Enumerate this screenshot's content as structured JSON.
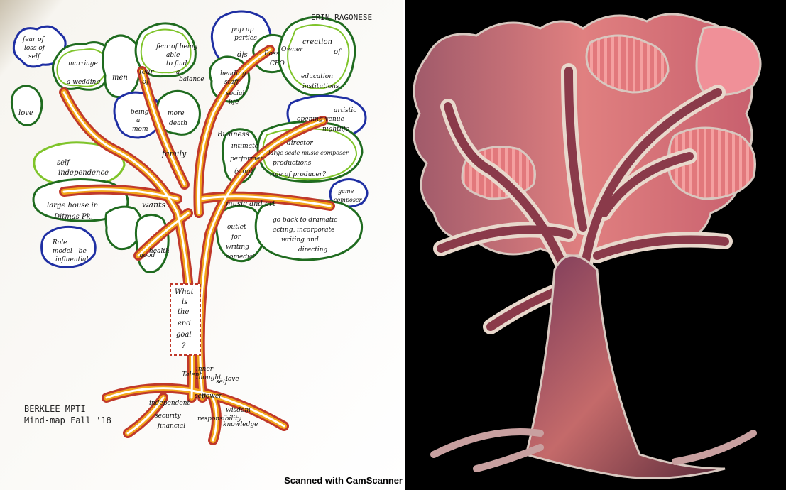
{
  "author": "ERIN RAGONESE",
  "course": [
    "BERKLEE MPTI",
    "Mind-map Fall '18"
  ],
  "scanner_watermark": "Scanned with CamScanner",
  "center_box": [
    "What",
    "is",
    "the",
    "end",
    "goal",
    "?"
  ],
  "branch_labels": {
    "family": "family",
    "business": "Business",
    "wants": "wants",
    "music_art": "music and art"
  },
  "leaves": {
    "fear_loss": [
      "fear of",
      "loss of",
      "self"
    ],
    "marriage": [
      "marriage",
      "a wedding"
    ],
    "men": "men",
    "fear_of": [
      "fear",
      "of"
    ],
    "fear_balance": [
      "fear of being",
      "able",
      "to find",
      "a",
      "balance"
    ],
    "pop_up": [
      "pop up",
      "parties"
    ],
    "djs": "djs",
    "heading_staff": [
      "heading",
      "staff"
    ],
    "social_life": [
      "social",
      "life"
    ],
    "boss": "Boss",
    "owner": "Owner",
    "ceo": "CEO",
    "creation": [
      "creation",
      "of"
    ],
    "education": [
      "education",
      "institutions"
    ],
    "love": "love",
    "being_mom": [
      "being",
      "a",
      "mom"
    ],
    "more_death": [
      "more",
      "death"
    ],
    "artistic": [
      "artistic",
      "opening venue",
      "nightlife"
    ],
    "intimate": [
      "intimate",
      "performer",
      "(sing)"
    ],
    "director": [
      "director",
      "large scale music composer",
      "productions",
      "role of producer?"
    ],
    "self_independence": [
      "self",
      "independence"
    ],
    "game": [
      "game",
      "composer"
    ],
    "large_house": [
      "large house in",
      "Ditmas Pk."
    ],
    "outlet": [
      "outlet",
      "for",
      "writing",
      "comedic?"
    ],
    "go_back": [
      "go back to dramatic",
      "acting, incorporate",
      "writing and",
      "directing"
    ],
    "role_model": [
      "Role",
      "model - be",
      "influential"
    ],
    "good_health": [
      "good",
      "health"
    ]
  },
  "roots": {
    "talent": "Talent",
    "inner_thought": [
      "inner",
      "thought"
    ],
    "independent": "independent",
    "security": "security",
    "financial": "financial",
    "self_power": [
      "self",
      "power"
    ],
    "responsibility": "responsibility",
    "self_love": [
      "self",
      "love"
    ],
    "wisdom": "wisdom",
    "knowledge": "knowledge"
  }
}
